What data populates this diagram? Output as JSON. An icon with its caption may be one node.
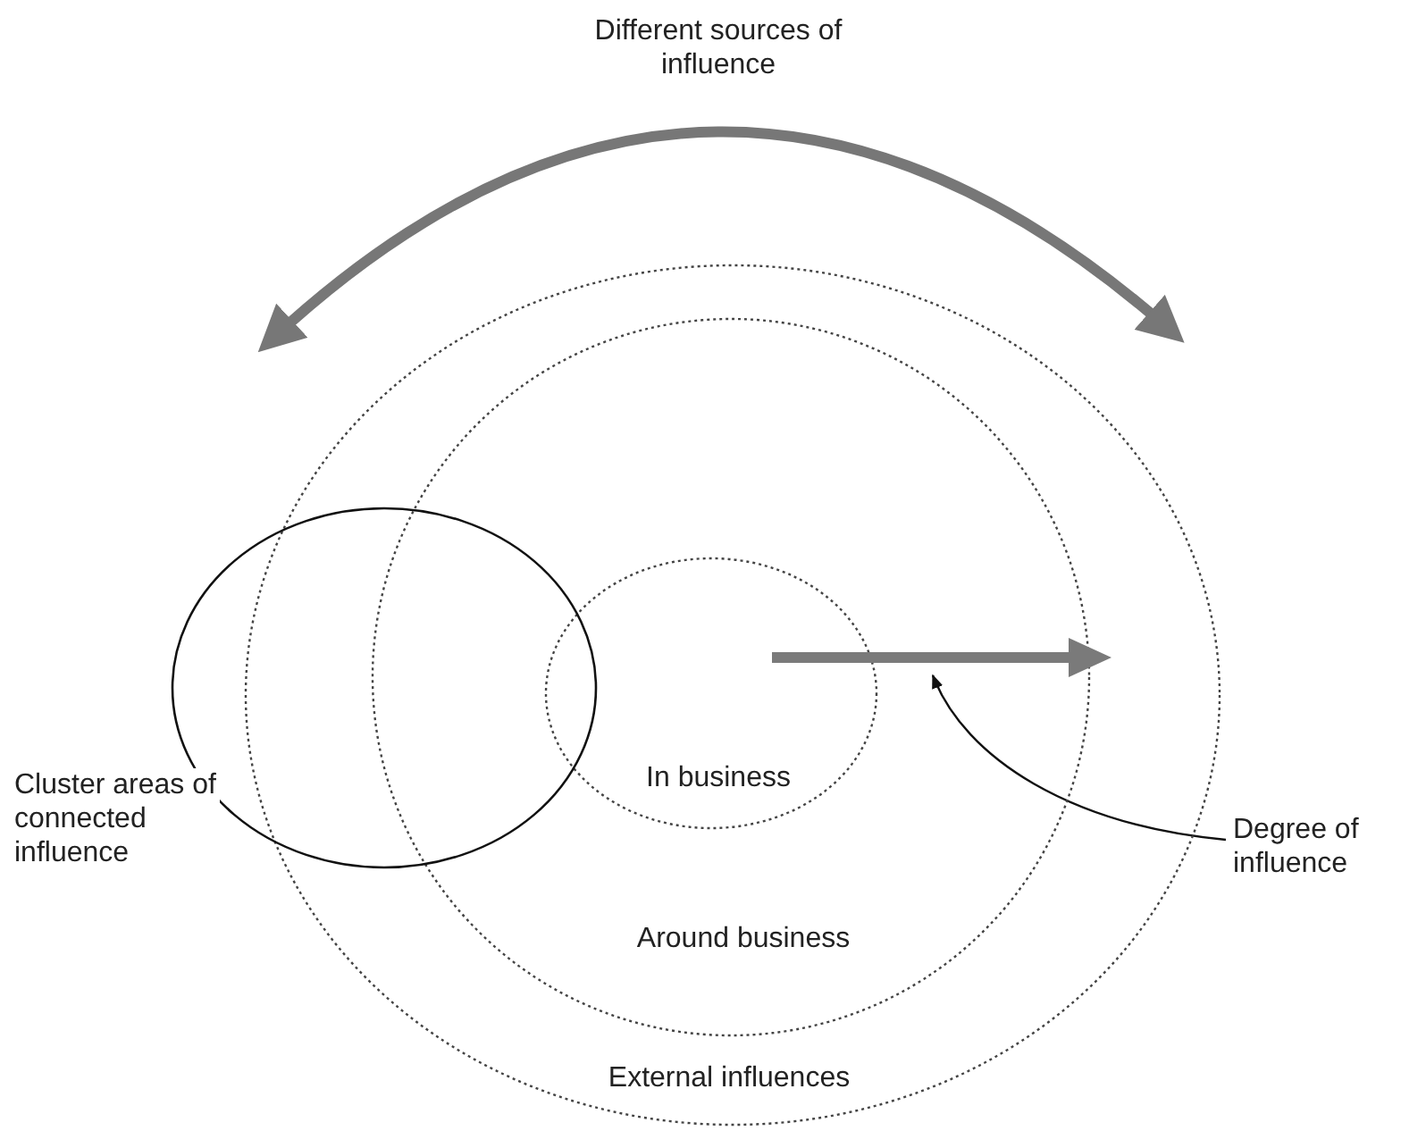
{
  "diagram": {
    "nodes": [
      {
        "text": [
          "External influences"
        ]
      },
      {
        "text": [
          "Around business"
        ],
        "in": 0
      },
      {
        "text": [
          "In business"
        ],
        "in": 1
      },
      {
        "text": [],
        "shape": "circle",
        "beside": [
          "Cluster areas of connected influence"
        ]
      },
      {
        "text": [],
        "shape": "arrow",
        "in": 0
      },
      {
        "text": [
          "Degree of influence"
        ]
      }
    ],
    "edges": [
      {
        "from": 5,
        "to": 4,
        "arrow": "to"
      }
    ],
    "labels": [
      "Different sources of influence"
    ]
  }
}
